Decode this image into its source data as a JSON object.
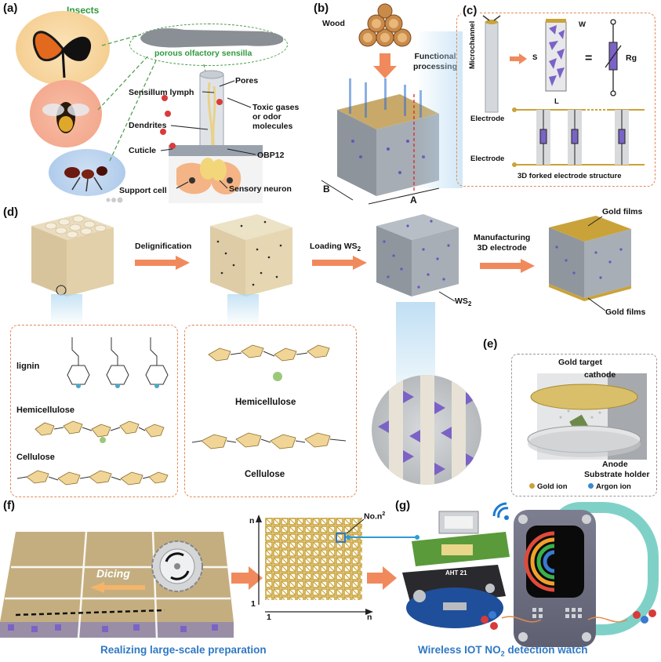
{
  "panels": {
    "a": "(a)",
    "b": "(b)",
    "c": "(c)",
    "d": "(d)",
    "e": "(e)",
    "f": "(f)",
    "g": "(g)"
  },
  "panel_a": {
    "title": "Insects",
    "sensilla": "porous olfactory sensilla",
    "pores": "Pores",
    "lymph": "Sensillum lymph",
    "toxic": "Toxic gases or odor molecules",
    "dendrites": "Dendrites",
    "cuticle": "Cuticle",
    "obp": "OBP12",
    "support": "Support cell",
    "neuron": "Sensory neuron"
  },
  "panel_b": {
    "wood": "Wood",
    "process": "Functional processing",
    "dim_a": "A",
    "dim_b": "B"
  },
  "panel_c": {
    "microchannel": "Microchannel",
    "w": "W",
    "s": "S",
    "l": "L",
    "equals": "=",
    "rg": "Rg",
    "electrode_top": "Electrode",
    "electrode_bottom": "Electrode",
    "caption": "3D forked electrode structure"
  },
  "panel_d": {
    "step1": "Delignification",
    "step2": "Loading WS",
    "step2_sub": "2",
    "step3_line1": "Manufacturing",
    "step3_line2": "3D electrode",
    "ws2": "WS",
    "ws2_sub": "2",
    "gold_top": "Gold films",
    "gold_bottom": "Gold films",
    "lignin": "lignin",
    "hemi_left": "Hemicellulose",
    "cell_left": "Cellulose",
    "hemi_right": "Hemicellulose",
    "cell_right": "Cellulose"
  },
  "panel_e": {
    "target": "Gold target",
    "cathode": "cathode",
    "anode": "Anode",
    "holder": "Substrate holder",
    "gold_ion": "Gold ion",
    "argon_ion": "Argon ion"
  },
  "panel_f": {
    "dicing": "Dicing",
    "axis_n_top": "n",
    "axis_1_left": "1",
    "axis_1_bottom": "1",
    "axis_n_right": "n",
    "count": "No.n",
    "count_sup": "2",
    "caption": "Realizing large-scale preparation"
  },
  "panel_g": {
    "chip": "AHT 21",
    "caption_pre": "Wireless IOT NO",
    "caption_sub": "2",
    "caption_post": " detection watch"
  },
  "colors": {
    "accent_orange": "#f08a5d",
    "caption_blue": "#2f78c4",
    "insects_green": "#2e9a3a",
    "ws2_purple": "#7b63c6",
    "gold": "#c9a33a"
  }
}
